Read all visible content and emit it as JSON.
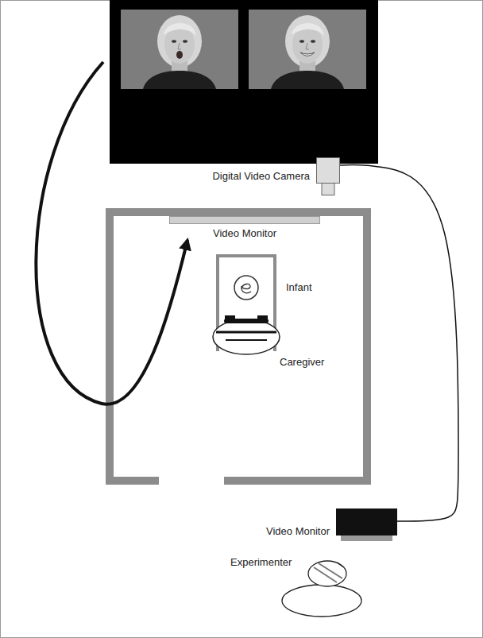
{
  "diagram": {
    "nodes": [
      {
        "text": [
          "Digital Video Camera"
        ]
      },
      {
        "text": [
          "Video Monitor"
        ]
      },
      {
        "text": [
          "Video Monitor"
        ]
      }
    ],
    "edges": [
      {
        "from": 0,
        "to": 2,
        "arrow": "none"
      }
    ],
    "labels": [
      "Infant",
      "Caregiver",
      "Experimenter"
    ]
  }
}
